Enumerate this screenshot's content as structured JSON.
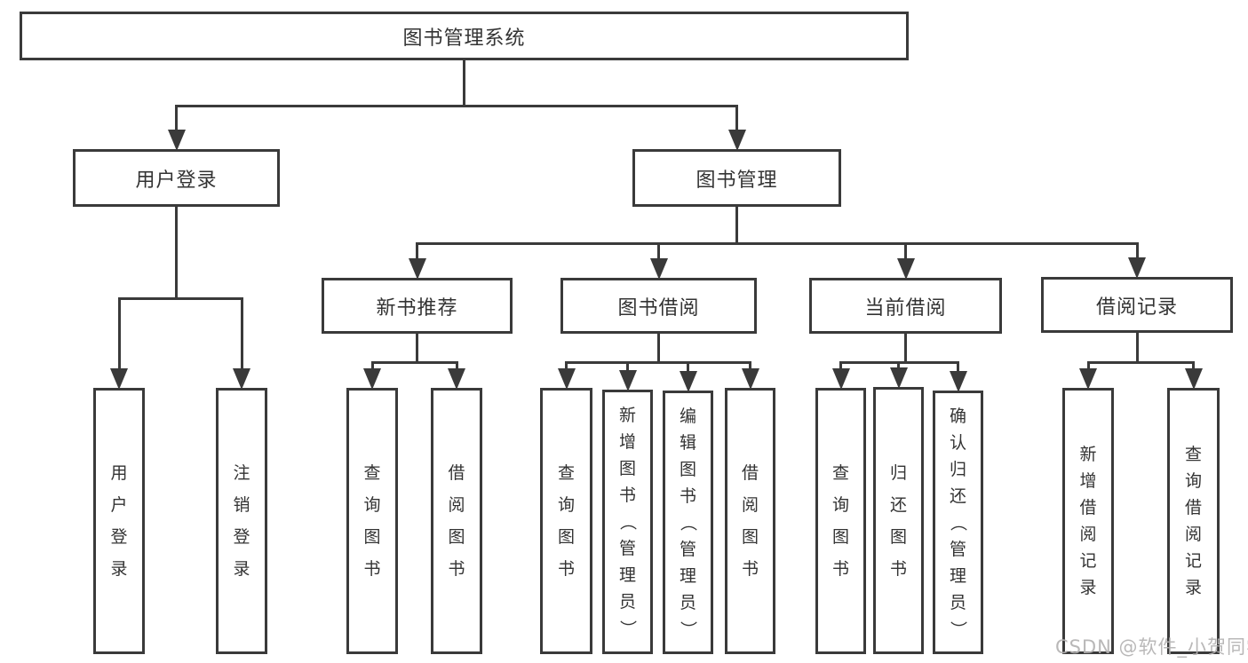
{
  "watermark": "CSDN @软件_小贺同学",
  "colors": {
    "line": "#3a3a3a",
    "text": "#333333",
    "watermark": "#b4b2b2",
    "background": "#ffffff"
  },
  "tree": {
    "id": "root",
    "label": "图书管理系统",
    "children": [
      {
        "id": "user-login",
        "label": "用户登录",
        "children": [
          {
            "id": "login",
            "label": "用户登录"
          },
          {
            "id": "logout",
            "label": "注销登录"
          }
        ]
      },
      {
        "id": "book-mgmt",
        "label": "图书管理",
        "children": [
          {
            "id": "new-book-rec",
            "label": "新书推荐",
            "children": [
              {
                "id": "nb-query-books",
                "label": "查询图书"
              },
              {
                "id": "nb-borrow-books",
                "label": "借阅图书"
              }
            ]
          },
          {
            "id": "book-borrow",
            "label": "图书借阅",
            "children": [
              {
                "id": "bb-query-books",
                "label": "查询图书"
              },
              {
                "id": "bb-add-books-admin",
                "label": "新增图书（管理员）"
              },
              {
                "id": "bb-edit-books-admin",
                "label": "编辑图书（管理员）"
              },
              {
                "id": "bb-borrow-books",
                "label": "借阅图书"
              }
            ]
          },
          {
            "id": "current-borrow",
            "label": "当前借阅",
            "children": [
              {
                "id": "cb-query-books",
                "label": "查询图书"
              },
              {
                "id": "cb-return-books",
                "label": "归还图书"
              },
              {
                "id": "cb-confirm-return-admin",
                "label": "确认归还（管理员）"
              }
            ]
          },
          {
            "id": "borrow-records",
            "label": "借阅记录",
            "children": [
              {
                "id": "br-add-record",
                "label": "新增借阅记录"
              },
              {
                "id": "br-query-record",
                "label": "查询借阅记录"
              }
            ]
          }
        ]
      }
    ]
  }
}
